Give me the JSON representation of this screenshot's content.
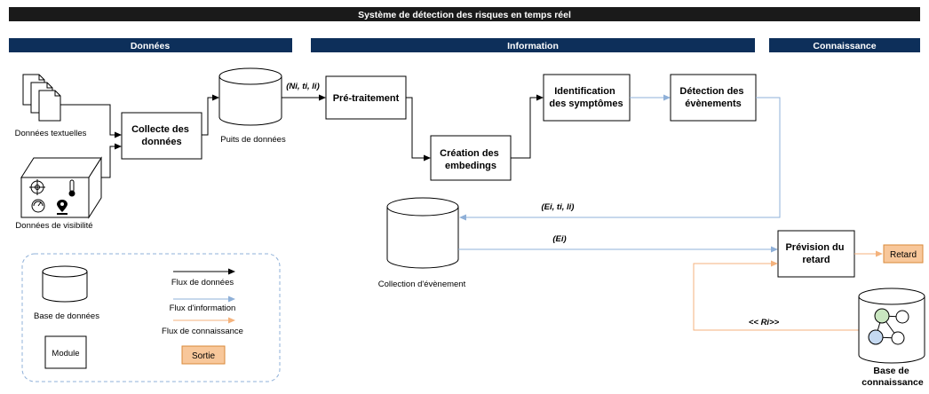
{
  "title": "Système de détection des risques en temps réel",
  "sections": {
    "donnees": "Données",
    "information": "Information",
    "connaissance": "Connaissance"
  },
  "sources": {
    "textual": "Données textuelles",
    "visibility": "Données de visibilité"
  },
  "modules": {
    "collecte": [
      "Collecte des",
      "données"
    ],
    "pretraitement": "Pré-traitement",
    "embedings": [
      "Création des",
      "embedings"
    ],
    "symptomes": [
      "Identification",
      "des symptômes"
    ],
    "evenements": [
      "Détection des",
      "évènements"
    ],
    "prevision": [
      "Prévision du",
      "retard"
    ]
  },
  "stores": {
    "puits": "Puits de données",
    "collection": "Collection d'évènement",
    "kb": [
      "Base de",
      "connaissance"
    ]
  },
  "output": "Retard",
  "flow_labels": {
    "nti": "(Ni, ti, li)",
    "eti": "(Ei, ti, li)",
    "ei": "(Ei)",
    "ri": "<< Ri>>"
  },
  "legend": {
    "database": "Base de données",
    "module": "Module",
    "data_flow": "Flux de données",
    "info_flow": "Flux d'information",
    "knowledge_flow": "Flux de connaissance",
    "output": "Sortie"
  },
  "colors": {
    "header_bar": "#1a1a1a",
    "section_bar": "#0d2f5a",
    "data_flow": "#000000",
    "info_flow": "#8fb0d8",
    "knowledge_flow": "#f4b27c",
    "output_fill": "#f8c79a",
    "output_border": "#d98a3a",
    "legend_border": "#8fb0d8",
    "kb_green": "#c9e6c0",
    "kb_blue": "#c5d9f1"
  }
}
